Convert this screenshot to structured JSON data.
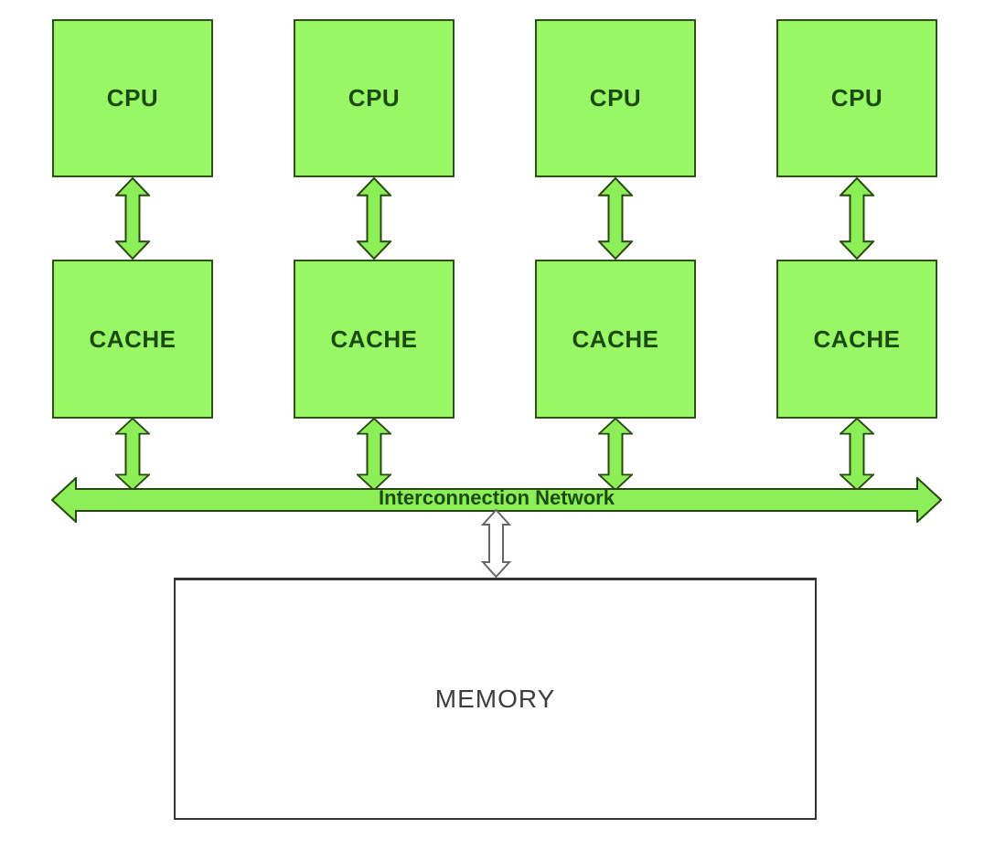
{
  "diagram": {
    "type": "shared-memory-multiprocessor-architecture",
    "cpus": [
      {
        "label": "CPU"
      },
      {
        "label": "CPU"
      },
      {
        "label": "CPU"
      },
      {
        "label": "CPU"
      }
    ],
    "caches": [
      {
        "label": "CACHE"
      },
      {
        "label": "CACHE"
      },
      {
        "label": "CACHE"
      },
      {
        "label": "CACHE"
      }
    ],
    "network": {
      "label": "Interconnection Network"
    },
    "memory": {
      "label": "MEMORY"
    }
  },
  "colors": {
    "page-bg": "#ffffff",
    "box-fill": "#99f766",
    "box-border": "#2c5314",
    "box-text": "#1b4a0e",
    "arrow-fill": "#8cef58",
    "arrow-border": "#27470f",
    "memory-fill": "#ffffff",
    "memory-border": "#333333",
    "memory-text": "#3d3d3d",
    "gray-border": "#666666"
  }
}
